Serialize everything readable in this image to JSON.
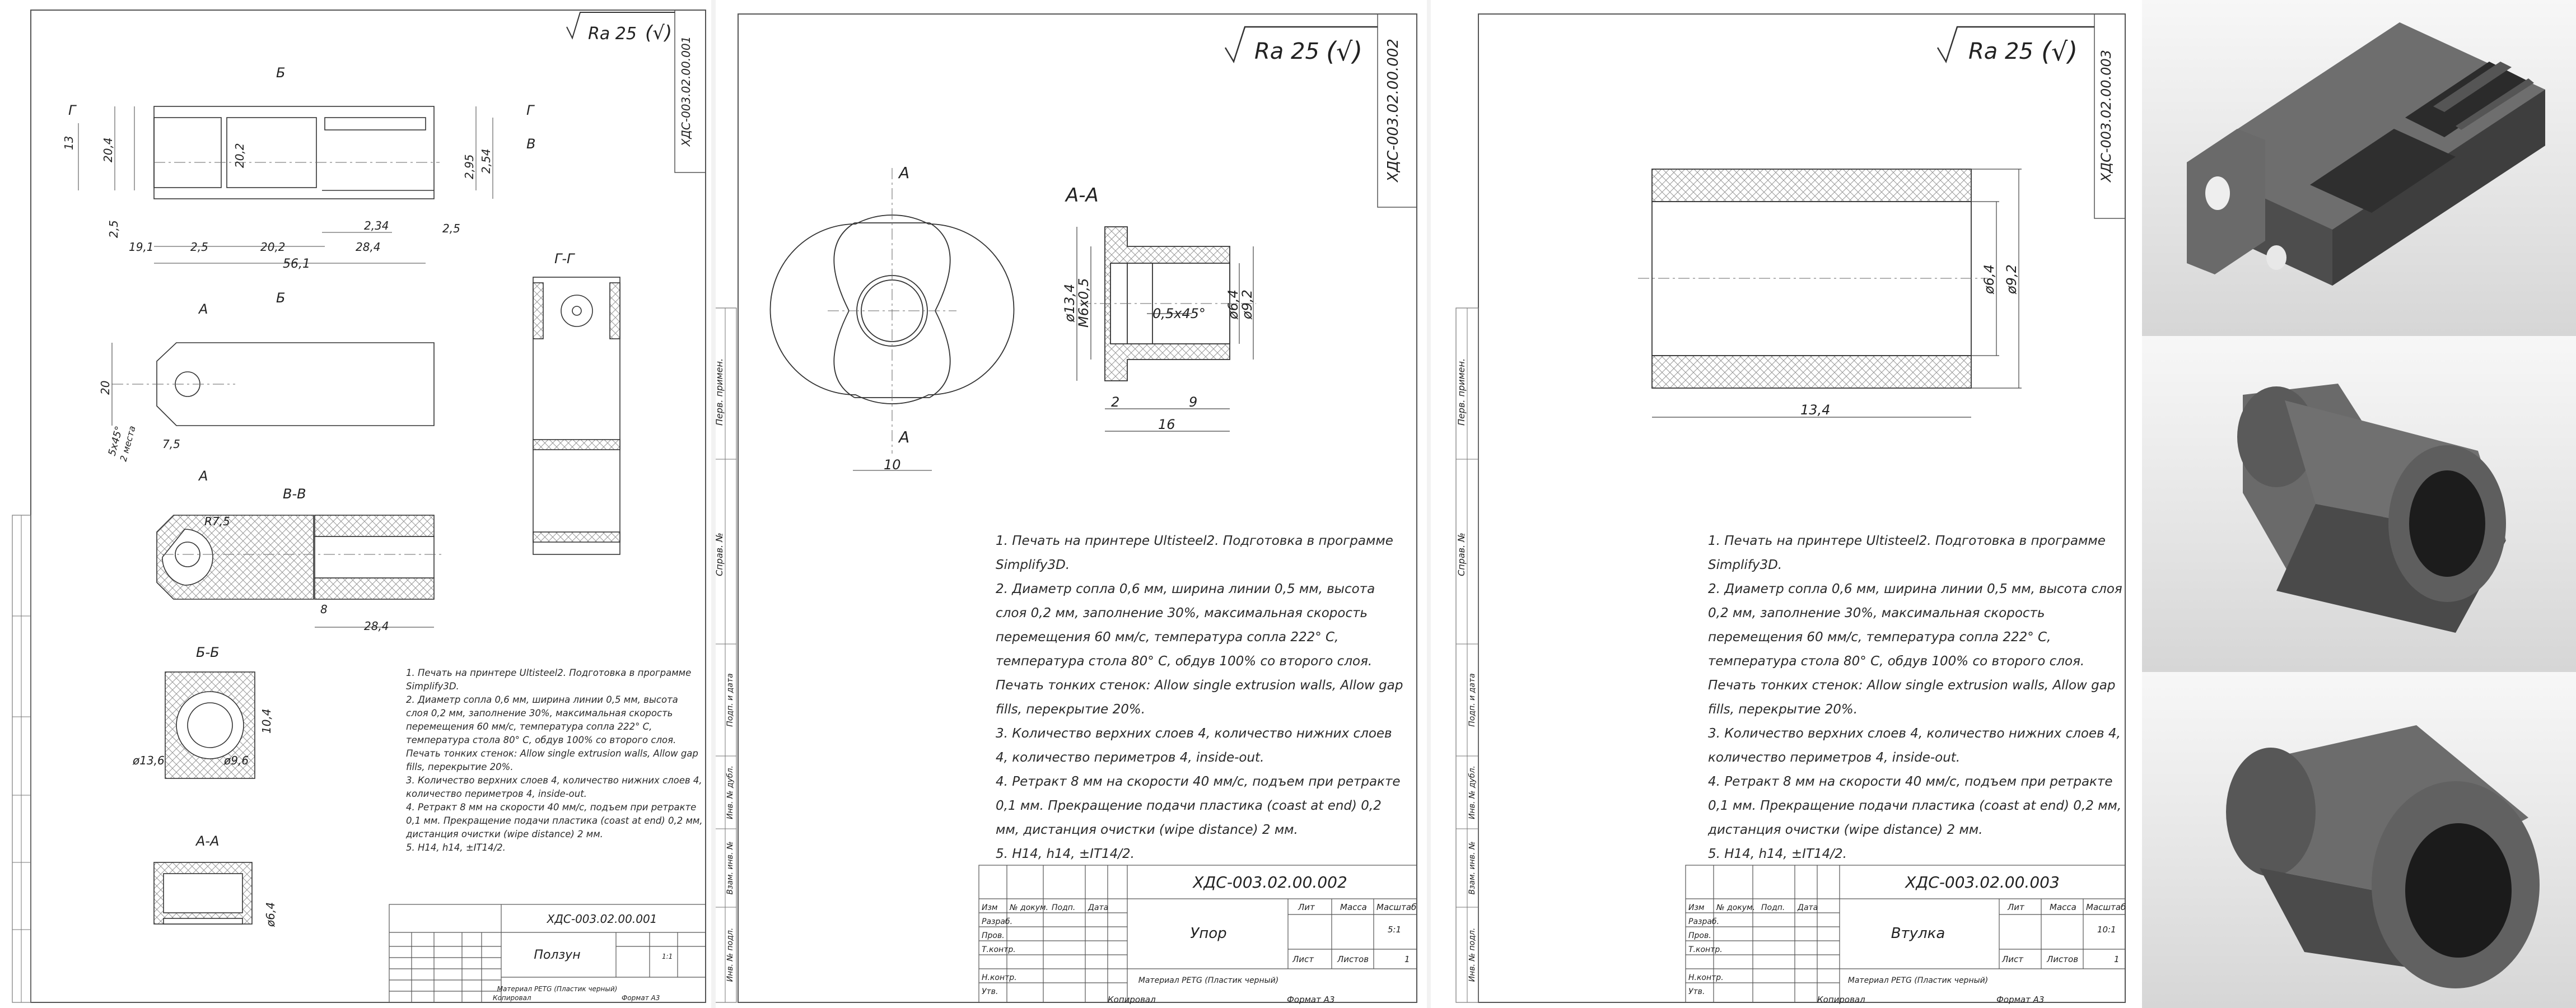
{
  "roughness": "Ra 25",
  "sheet1": {
    "code": "ХДС-003.02.00.001",
    "name": "Ползун",
    "material": "Материал PETG (Пластик черный)",
    "scale": "1:1",
    "format": "Формат  А3",
    "copied": "Копировал",
    "sections": [
      "Б",
      "Г",
      "Г",
      "В",
      "А",
      "Г-Г",
      "В-В",
      "Б-Б",
      "А-А"
    ],
    "dims": [
      "13",
      "20,4",
      "20,2",
      "2,95",
      "2,54",
      "2,5",
      "19,1",
      "2,5",
      "20,2",
      "28,4",
      "2,34",
      "2,5",
      "56,1",
      "20",
      "5x45°",
      "2 места",
      "7,5",
      "R7,5",
      "28,4",
      "10,4",
      "ø13,6",
      "ø9,6",
      "ø6,4",
      "8"
    ],
    "notes": [
      "1.   Печать на принтере Ultisteel2. Подготовка в программе Simplify3D.",
      "2.   Диаметр сопла 0,6 мм, ширина линии 0,5 мм, высота слоя 0,2 мм, заполнение 30%, максимальная скорость перемещения 60 мм/с, температура сопла 222° С, температура стола 80° С, обдув 100% со второго слоя. Печать тонких стенок: Allow single extrusion walls, Allow gap fills, перекрытие 20%.",
      "3.   Количество верхних слоев 4, количество нижних слоев 4, количество периметров 4, inside-out.",
      "4.   Ретракт 8 мм на скорости 40 мм/с, подъем при ретракте 0,1 мм. Прекращение подачи пластика (coast at end) 0,2 мм, дистанция очистки (wipe distance) 2 мм.",
      "5.   H14, h14, ±IT14/2."
    ]
  },
  "sheet2": {
    "code": "ХДС-003.02.00.002",
    "name": "Упор",
    "material": "Материал PETG (Пластик черный)",
    "scale": "5:1",
    "format": "Формат  А3",
    "copied": "Копировал",
    "section": "А-А",
    "marker": "А",
    "dims": [
      "ø13,4",
      "M6x0,5",
      "0,5x45°",
      "ø6,4",
      "ø9,2",
      "2",
      "9",
      "16",
      "10"
    ],
    "notes": [
      "1.   Печать на принтере Ultisteel2. Подготовка в программе Simplify3D.",
      "2.   Диаметр сопла 0,6 мм, ширина линии 0,5 мм, высота слоя 0,2 мм, заполнение 30%, максимальная скорость перемещения 60 мм/с, температура сопла 222° С, температура стола 80° С, обдув 100% со второго слоя. Печать тонких стенок: Allow single extrusion walls, Allow gap fills, перекрытие 20%.",
      "3.   Количество верхних слоев 4, количество нижних слоев 4, количество периметров 4, inside-out.",
      "4.   Ретракт 8 мм на скорости 40 мм/с, подъем при ретракте 0,1 мм. Прекращение подачи пластика (coast at end) 0,2 мм, дистанция очистки (wipe distance) 2 мм.",
      "5.   H14, h14, ±IT14/2."
    ]
  },
  "sheet3": {
    "code": "ХДС-003.02.00.003",
    "name": "Втулка",
    "material": "Материал PETG (Пластик черный)",
    "scale": "10:1",
    "format": "Формат  А3",
    "copied": "Копировал",
    "dims": [
      "ø6,4",
      "ø9,2",
      "13,4"
    ],
    "notes": [
      "1.   Печать на принтере Ultisteel2. Подготовка в программе Simplify3D.",
      "2.   Диаметр сопла 0,6 мм, ширина линии 0,5 мм, высота слоя 0,2 мм, заполнение 30%, максимальная скорость перемещения 60 мм/с, температура сопла 222° С, температура стола 80° С, обдув 100% со второго слоя. Печать тонких стенок: Allow single extrusion walls, Allow gap fills, перекрытие 20%.",
      "3.   Количество верхних слоев 4, количество нижних слоев 4, количество периметров 4, inside-out.",
      "4.   Ретракт 8 мм на скорости 40 мм/с, подъем при ретракте 0,1 мм. Прекращение подачи пластика (coast at end) 0,2 мм, дистанция очистки (wipe distance) 2 мм.",
      "5.   H14, h14, ±IT14/2."
    ]
  },
  "title_block": {
    "change": "Изм",
    "sheet": "Лист",
    "doc": "№ докум.",
    "sign": "Подп.",
    "date": "Дата",
    "developer": "Разраб.",
    "checker": "Пров.",
    "tcontrol": "Т.контр.",
    "ncontrol": "Н.контр.",
    "approved": "Утв.",
    "lit": "Лит",
    "mass": "Масса",
    "scale_label": "Масштаб",
    "sheet_label": "Лист",
    "sheets_label": "Листов",
    "sheets_value": "1"
  },
  "side_stamps": [
    "Перв. примен.",
    "Справ. №",
    "Подп. и дата",
    "Инв. № дубл.",
    "Взам. инв. №",
    "Подп. и дата",
    "Инв. № подл."
  ]
}
